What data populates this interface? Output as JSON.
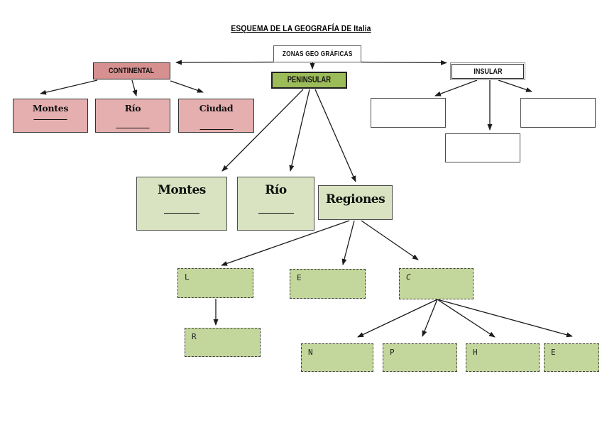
{
  "title": "ESQUEMA DE LA GEOGRAFÍA DE Italia",
  "root": {
    "label": "ZONAS GEO GRÁFICAS"
  },
  "branches": [
    {
      "label": "CONTINENTAL"
    },
    {
      "label": "PENINSULAR"
    },
    {
      "label": "INSULAR"
    }
  ],
  "continental_children": [
    {
      "label": "Montes",
      "has_blank": true
    },
    {
      "label": "Río",
      "has_blank": true
    },
    {
      "label": "Ciudad",
      "has_blank": true
    }
  ],
  "peninsular_children": [
    {
      "label": "Montes",
      "has_blank": true
    },
    {
      "label": "Río",
      "has_blank": true
    },
    {
      "label": "Regiones",
      "has_blank": false
    }
  ],
  "insular_children": [
    {
      "label": ""
    },
    {
      "label": ""
    },
    {
      "label": ""
    }
  ],
  "regiones_children": [
    {
      "letter": "L"
    },
    {
      "letter": "E"
    },
    {
      "letter": "C"
    }
  ],
  "l_children": [
    {
      "letter": "R"
    }
  ],
  "c_children": [
    {
      "letter": "N"
    },
    {
      "letter": "P"
    },
    {
      "letter": "H"
    },
    {
      "letter": "E"
    }
  ],
  "colors": {
    "continental_header_fill": "#D69090",
    "continental_child_fill": "#E5AFAF",
    "peninsular_header_fill": "#9CBB59",
    "peninsular_child_fill": "#D9E3C1",
    "dashed_box_fill": "#C3D69B",
    "connector_line": "#1c1c1c",
    "background": "#ffffff"
  }
}
